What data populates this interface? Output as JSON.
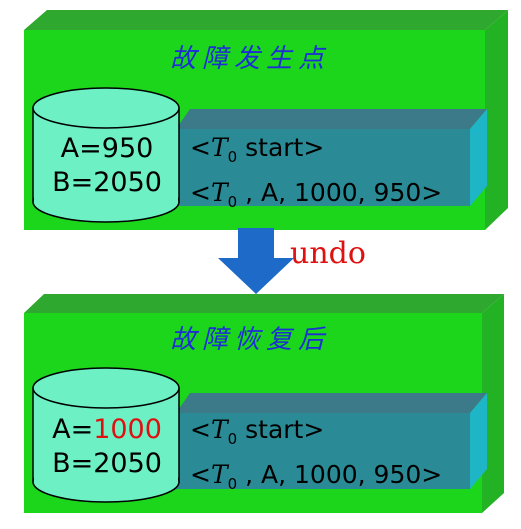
{
  "colors": {
    "panel_front": "#1cd61c",
    "panel_top": "#2ea82e",
    "panel_side": "#23b223",
    "slab_front": "#2a8b96",
    "slab_top": "#3c7a8a",
    "slab_side": "#1eb6c6",
    "cylinder": "#6cf0c4",
    "title_text": "#1e2ed6",
    "arrow": "#1e6ac8",
    "undo_text": "#e01010",
    "highlight_value": "#e01010"
  },
  "panel_failure": {
    "title": "故障发生点",
    "db": {
      "a_line": "A=950",
      "b_line": "B=2050"
    },
    "log": {
      "line1_open": "<",
      "line1_t": "T",
      "line1_sub": "0",
      "line1_rest": " start>",
      "line2_open": "<",
      "line2_t": "T",
      "line2_sub": "0",
      "line2_rest": " , A, 1000, 950>"
    }
  },
  "arrow": {
    "label": "undo"
  },
  "panel_recovered": {
    "title": "故障恢复后",
    "db": {
      "a_prefix": "A=",
      "a_value": "1000",
      "b_line": "B=2050"
    },
    "log": {
      "line1_open": "<",
      "line1_t": "T",
      "line1_sub": "0",
      "line1_rest": " start>",
      "line2_open": "<",
      "line2_t": "T",
      "line2_sub": "0",
      "line2_rest": " , A, 1000, 950>"
    }
  }
}
